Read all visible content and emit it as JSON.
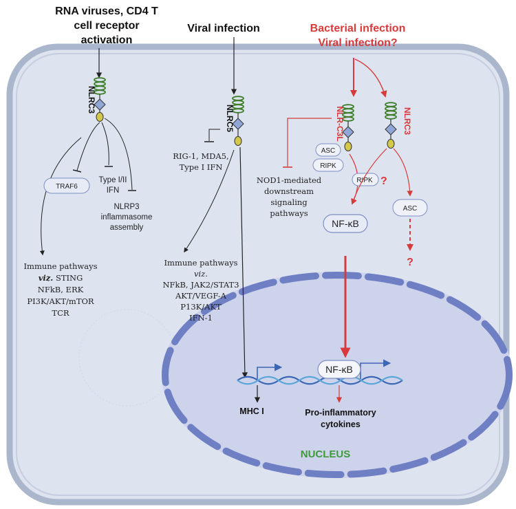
{
  "headers": {
    "left_line1": "RNA viruses, CD4 T",
    "left_line2": "cell receptor",
    "left_line3": "activation",
    "middle": "Viral infection",
    "right_line1": "Bacterial infection",
    "right_line2": "Viral infection?"
  },
  "receptors": {
    "nlrc3_left": "NLRC3",
    "nlrc5": "NLRC5",
    "nlr_c3l": "NLR-C3L",
    "nlrc3_right": "NLRC3"
  },
  "left_branch": {
    "traf6": "TRAF6",
    "type_ifn_line1": "Type I/II",
    "type_ifn_line2": "IFN",
    "nlrp3_line1": "NLRP3",
    "nlrp3_line2": "inflammasome",
    "nlrp3_line3": "assembly",
    "immune_line1": "Immune pathways",
    "immune_viz": "viz.",
    "immune_viz_rest": " STING",
    "immune_line3": "NFkB, ERK",
    "immune_line4": "PI3K/AKT/mTOR",
    "immune_line5": "TCR"
  },
  "middle_branch": {
    "inhib_line1": "RIG-1, MDA5,",
    "inhib_line2": "Type I IFN",
    "immune_line1": "Immune pathways",
    "immune_viz": "viz.",
    "immune_line3": "NFkB, JAK2/STAT3",
    "immune_line4": "AKT/VEGF-A",
    "immune_line5": "P13K/AKT",
    "immune_line6": "IFN-1"
  },
  "right_branch": {
    "nod1_line1": "NOD1-mediated",
    "nod1_line2": "downstream",
    "nod1_line3": "signaling",
    "nod1_line4": "pathways",
    "asc_small": "ASC",
    "ripk_small": "RIPK",
    "ripk_q": "RIPK",
    "q_mark": "?",
    "asc_right": "ASC",
    "nfkb": "NF-κB",
    "q_bottom": "?"
  },
  "nucleus": {
    "label": "NUCLEUS",
    "nfkb": "NF-κB",
    "mhc": "MHC  I",
    "cytokines_line1": "Pro-inflammatory",
    "cytokines_line2": "cytokines"
  },
  "colors": {
    "cell_fill": "#dde3ef",
    "cell_stroke": "#a9b6cc",
    "nucleus_fill": "#ced3ec",
    "nucleus_seg": "#6f7fc4",
    "red": "#d63a3a",
    "green_coil": "#3f7f2a",
    "blue_domain": "#8fa6d6",
    "yellow_domain": "#d4c84a",
    "nucleus_label": "#3e9a3a"
  }
}
